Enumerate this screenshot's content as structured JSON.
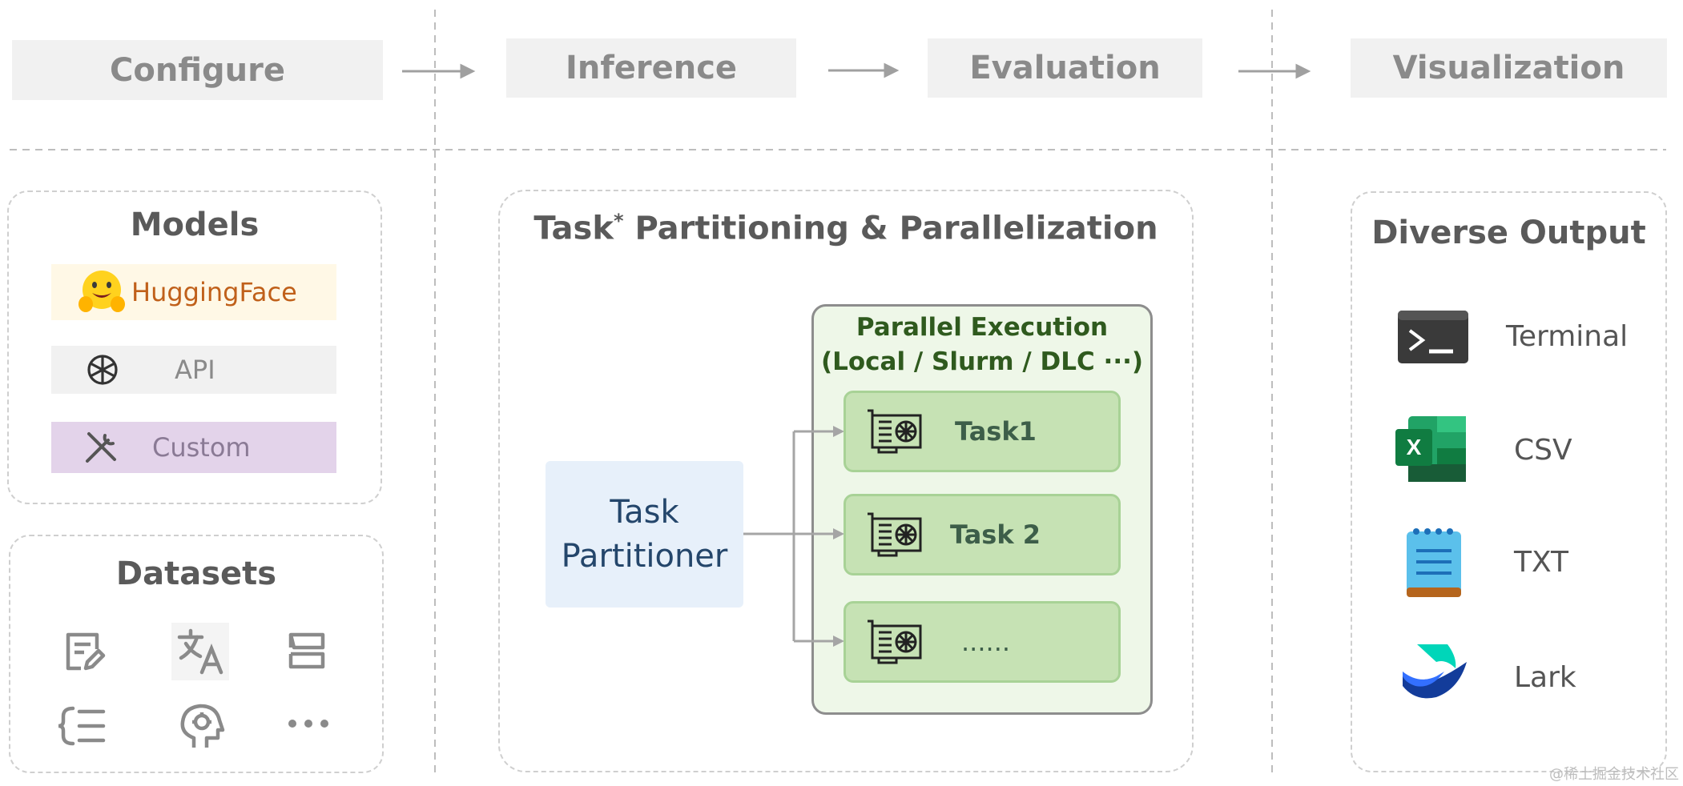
{
  "stages": [
    {
      "label": "Configure"
    },
    {
      "label": "Inference"
    },
    {
      "label": "Evaluation"
    },
    {
      "label": "Visualization"
    }
  ],
  "models": {
    "title": "Models",
    "items": [
      {
        "label": "HuggingFace",
        "icon": "hugging-face-emoji-icon",
        "bg": "#fff8e6",
        "color": "#c0601a"
      },
      {
        "label": "API",
        "icon": "openai-logo-icon",
        "bg": "#f1f1f1",
        "color": "#8a8a8a"
      },
      {
        "label": "Custom",
        "icon": "tools-icon",
        "bg": "#e3d3ea",
        "color": "#8a7a95"
      }
    ]
  },
  "datasets": {
    "title": "Datasets",
    "icons": [
      "edit-document-icon",
      "translate-icon",
      "stack-icon",
      "list-icon",
      "brain-head-icon",
      "more-icon"
    ]
  },
  "task": {
    "title_main": "Task",
    "title_superscript": "*",
    "title_rest": " Partitioning & Parallelization",
    "partitioner_line1": "Task",
    "partitioner_line2": "Partitioner",
    "parallel_line1": "Parallel Execution",
    "parallel_line2": "(Local / Slurm / DLC ···)",
    "tasks": [
      {
        "label": "Task1"
      },
      {
        "label": "Task 2"
      },
      {
        "label": "......"
      }
    ]
  },
  "output": {
    "title": "Diverse Output",
    "items": [
      {
        "label": "Terminal",
        "icon": "terminal-icon"
      },
      {
        "label": "CSV",
        "icon": "excel-icon"
      },
      {
        "label": "TXT",
        "icon": "notepad-icon"
      },
      {
        "label": "Lark",
        "icon": "lark-logo-icon"
      }
    ]
  },
  "watermark": "@稀土掘金技术社区",
  "colors": {
    "stage_bg": "#f1f1f1",
    "task_green": "#c6e2b4",
    "parallel_bg": "#eef7e8",
    "partitioner_bg": "#e7f0fa",
    "partitioner_text": "#24466b",
    "parallel_text": "#2f5a1e"
  }
}
